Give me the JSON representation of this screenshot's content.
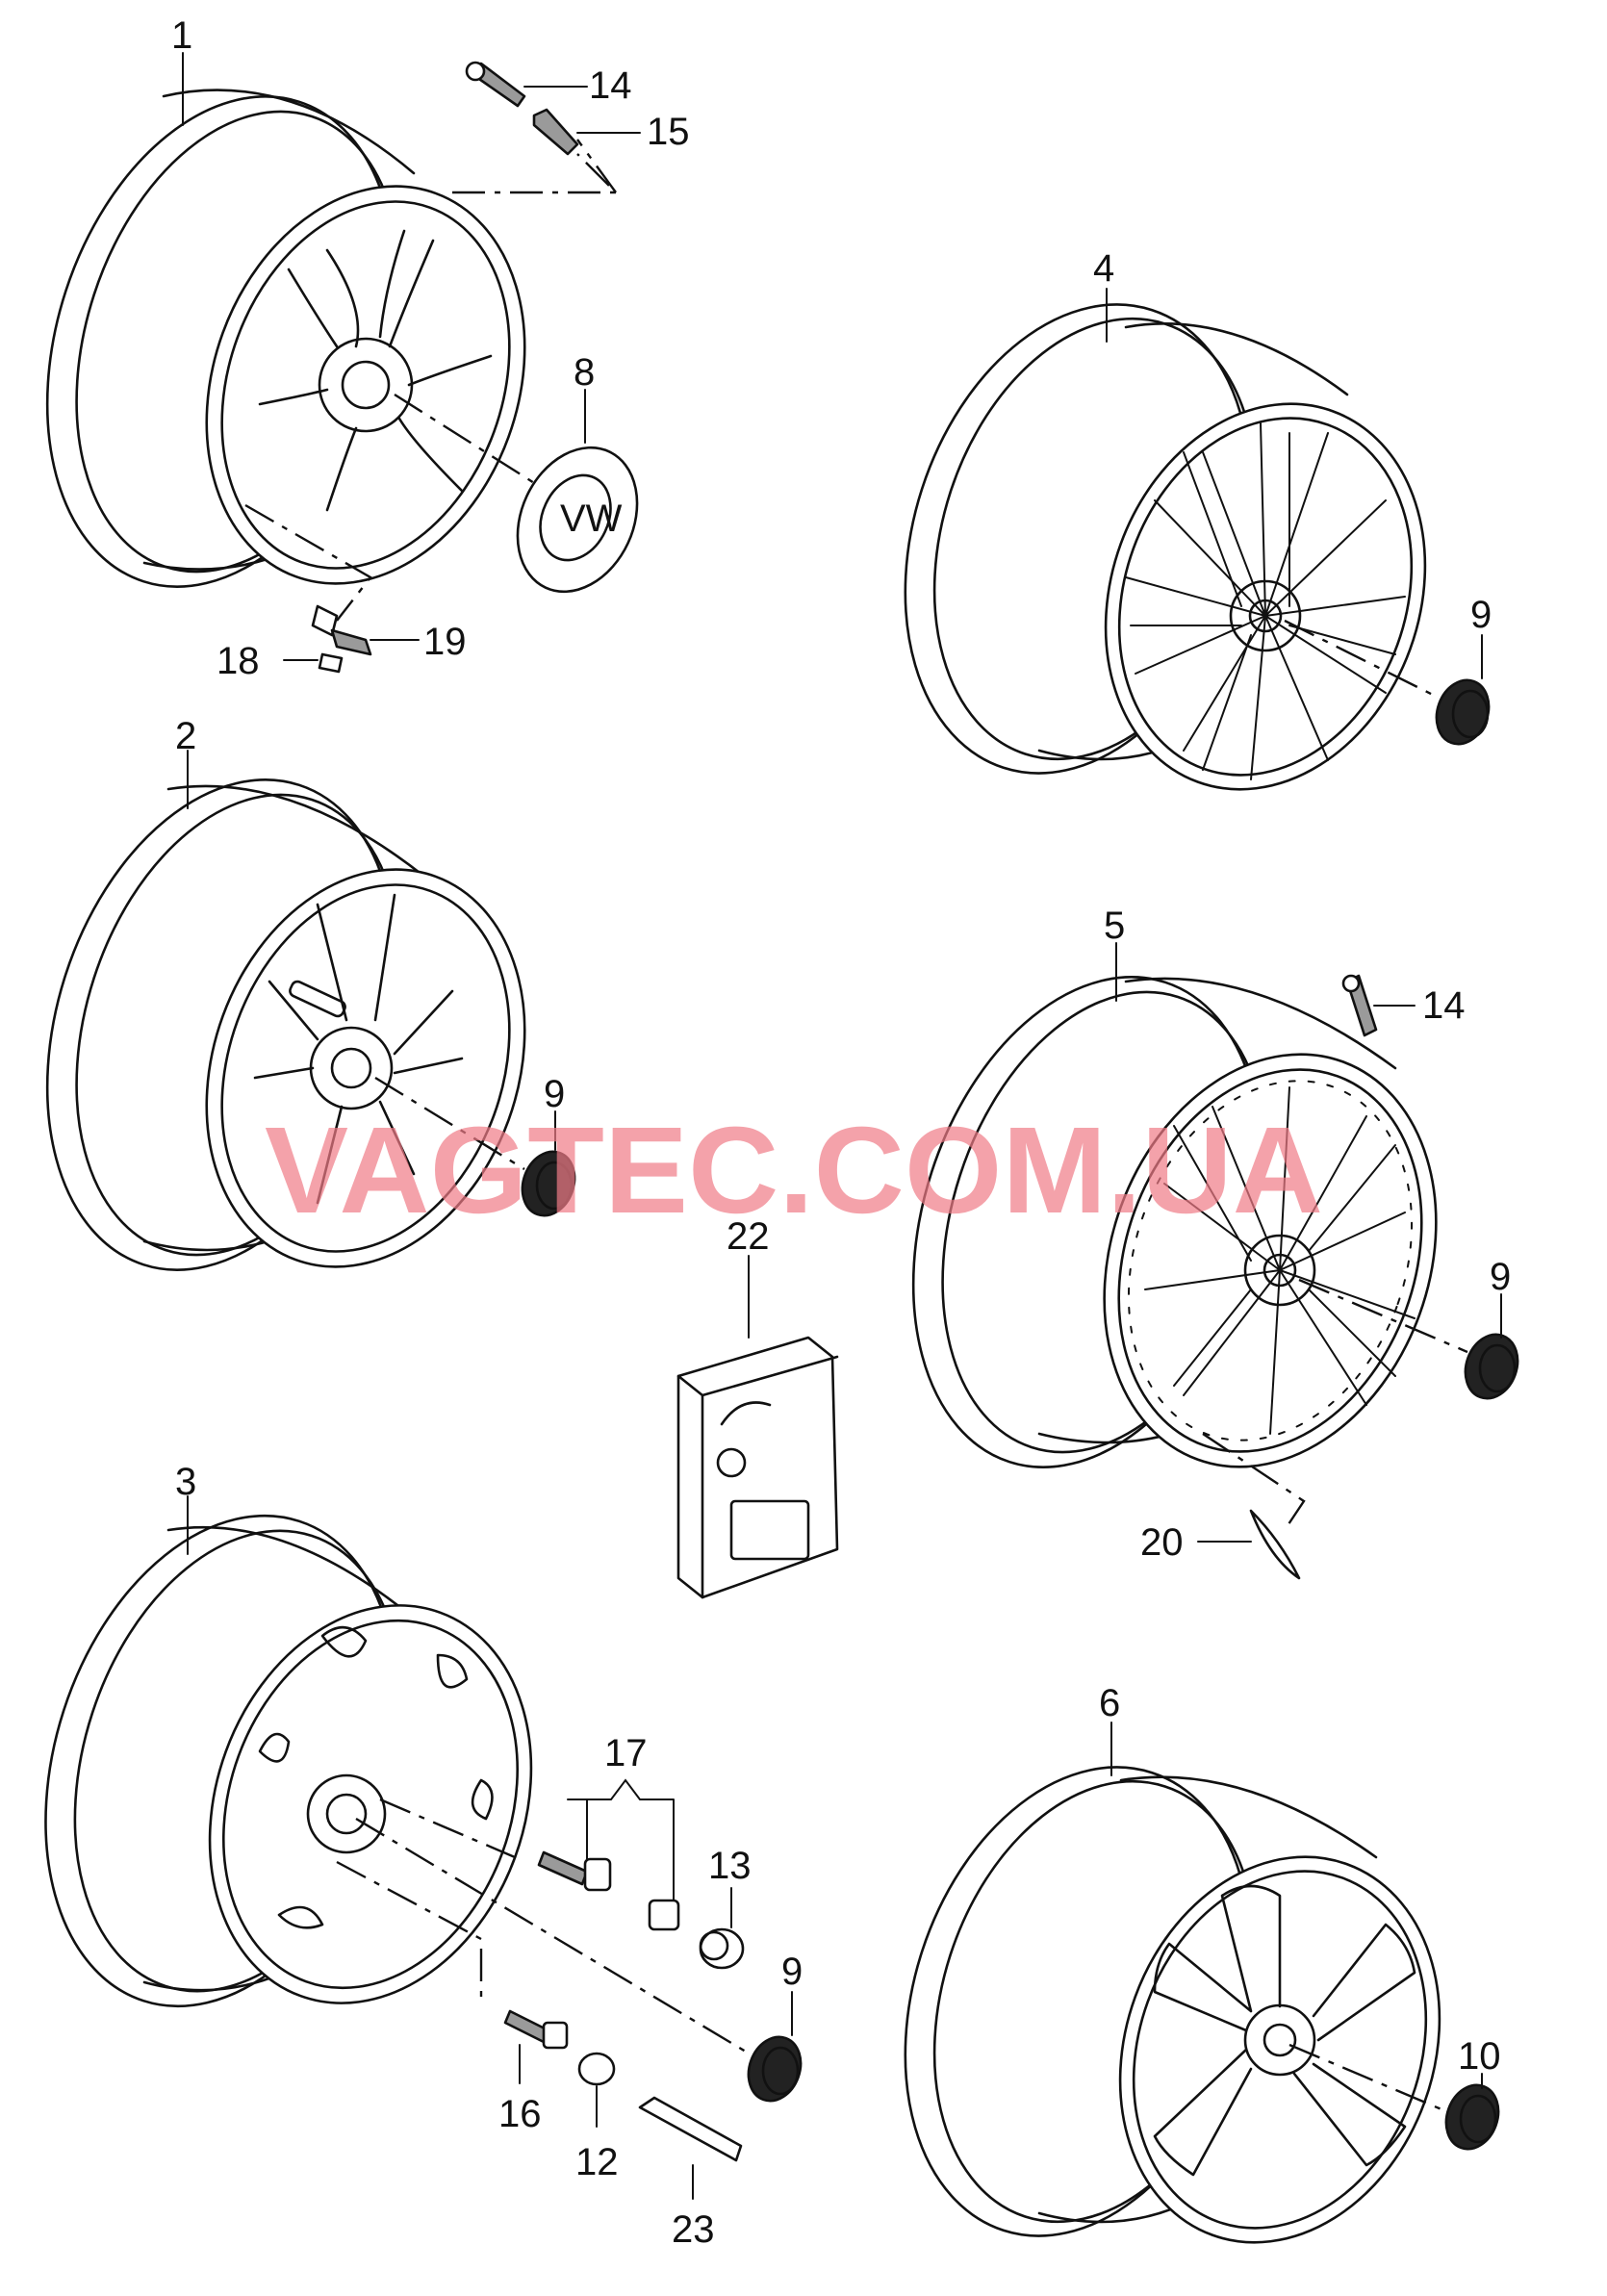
{
  "callouts": {
    "n1": "1",
    "n2": "2",
    "n3": "3",
    "n4": "4",
    "n5": "5",
    "n6": "6",
    "n8": "8",
    "n9": "9",
    "n10": "10",
    "n12": "12",
    "n13": "13",
    "n14": "14",
    "n15": "15",
    "n16": "16",
    "n17": "17",
    "n18": "18",
    "n19": "19",
    "n20": "20",
    "n22": "22",
    "n23": "23"
  },
  "watermark": "VAGTEC.COM.UA",
  "colors": {
    "line": "#111111",
    "watermark": "#f07a86",
    "background": "#ffffff"
  }
}
